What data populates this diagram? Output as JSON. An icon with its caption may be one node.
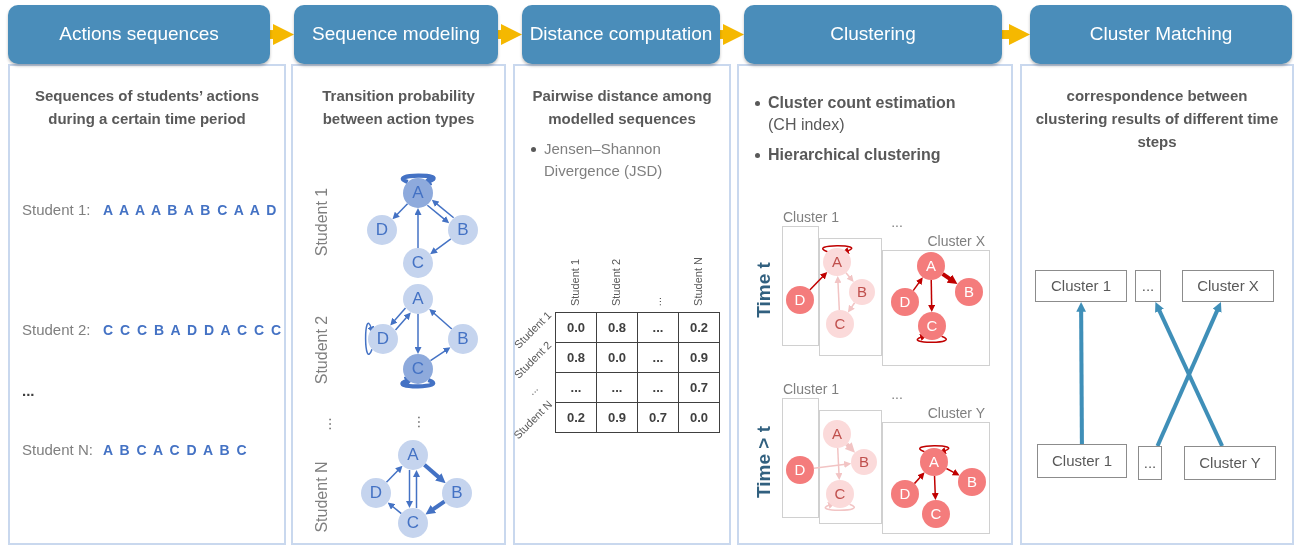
{
  "diagram": {
    "nodes": [
      {
        "text": [
          "Actions sequences"
        ]
      },
      {
        "text": [
          "Sequence modeling"
        ]
      },
      {
        "text": [
          "Distance computation"
        ]
      },
      {
        "text": [
          "Clustering"
        ]
      },
      {
        "text": [
          "Cluster Matching"
        ]
      },
      {
        "text": [
          "Sequences of students’ actions during a certain time period"
        ]
      },
      {
        "text": [
          "Transition probability between action types"
        ]
      },
      {
        "text": [
          "Pairwise distance among modelled sequences",
          "Jensen–Shannon Divergence (JSD)"
        ]
      },
      {
        "text": [
          "**Cluster count estimation** (CH index)",
          "Hierarchical clustering"
        ]
      },
      {
        "text": [
          "correspondence between clustering results of different time steps"
        ]
      },
      {
        "text": [
          "A"
        ],
        "in": 6
      },
      {
        "text": [
          "D"
        ],
        "in": 6
      },
      {
        "text": [
          "B"
        ],
        "in": 6
      },
      {
        "text": [
          "C"
        ],
        "in": 6
      },
      {
        "text": [
          "A"
        ],
        "in": 6
      },
      {
        "text": [
          "D"
        ],
        "in": 6
      },
      {
        "text": [
          "B"
        ],
        "in": 6
      },
      {
        "text": [
          "C"
        ],
        "in": 6
      },
      {
        "text": [
          "A"
        ],
        "in": 6
      },
      {
        "text": [
          "D"
        ],
        "in": 6
      },
      {
        "text": [
          "B"
        ],
        "in": 6
      },
      {
        "text": [
          "C"
        ],
        "in": 6
      },
      {
        "text": [
          "Cluster 1"
        ],
        "in": 8
      },
      {
        "text": [],
        "shape": "box",
        "in": 8
      },
      {
        "text": [
          "Cluster X"
        ],
        "in": 8
      },
      {
        "text": [
          "D"
        ],
        "in": 22
      },
      {
        "text": [
          "A"
        ],
        "in": 23
      },
      {
        "text": [
          "B"
        ],
        "in": 23
      },
      {
        "text": [
          "C"
        ],
        "in": 23
      },
      {
        "text": [
          "A"
        ],
        "in": 24
      },
      {
        "text": [
          "D"
        ],
        "in": 24
      },
      {
        "text": [
          "B"
        ],
        "in": 24
      },
      {
        "text": [
          "C"
        ],
        "in": 24
      },
      {
        "text": [
          "Cluster 1"
        ],
        "in": 8
      },
      {
        "text": [],
        "shape": "box",
        "in": 8
      },
      {
        "text": [
          "Cluster Y"
        ],
        "in": 8
      },
      {
        "text": [
          "D"
        ],
        "in": 33
      },
      {
        "text": [
          "A"
        ],
        "in": 34
      },
      {
        "text": [
          "B"
        ],
        "in": 34
      },
      {
        "text": [
          "C"
        ],
        "in": 34
      },
      {
        "text": [
          "A"
        ],
        "in": 35
      },
      {
        "text": [
          "D"
        ],
        "in": 35
      },
      {
        "text": [
          "B"
        ],
        "in": 35
      },
      {
        "text": [
          "C"
        ],
        "in": 35
      },
      {
        "text": [
          "Cluster 1"
        ],
        "in": 9
      },
      {
        "text": [
          "..."
        ],
        "in": 9
      },
      {
        "text": [
          "Cluster X"
        ],
        "in": 9
      },
      {
        "text": [
          "Cluster 1"
        ],
        "in": 9
      },
      {
        "text": [
          "..."
        ],
        "in": 9
      },
      {
        "text": [
          "Cluster Y"
        ],
        "in": 9
      }
    ],
    "edges": [
      {
        "from": 0,
        "to": 1,
        "arrow": "to",
        "style": "thick",
        "color": "#f5b800"
      },
      {
        "from": 1,
        "to": 2,
        "arrow": "to",
        "style": "thick",
        "color": "#f5b800"
      },
      {
        "from": 2,
        "to": 3,
        "arrow": "to",
        "style": "thick",
        "color": "#f5b800"
      },
      {
        "from": 3,
        "to": 4,
        "arrow": "to",
        "style": "thick",
        "color": "#f5b800"
      },
      {
        "from": 10,
        "to": 10,
        "arrow": "to",
        "style": "thick",
        "color": "#4472c4"
      },
      {
        "from": 10,
        "to": 11,
        "arrow": "to",
        "color": "#4472c4"
      },
      {
        "from": 10,
        "to": 12,
        "arrow": "to",
        "color": "#4472c4"
      },
      {
        "from": 12,
        "to": 10,
        "arrow": "to",
        "color": "#4472c4"
      },
      {
        "from": 13,
        "to": 10,
        "arrow": "to",
        "color": "#4472c4"
      },
      {
        "from": 12,
        "to": 13,
        "arrow": "to",
        "color": "#4472c4"
      },
      {
        "from": 15,
        "to": 14,
        "arrow": "to",
        "color": "#4472c4"
      },
      {
        "from": 14,
        "to": 15,
        "arrow": "to",
        "color": "#4472c4"
      },
      {
        "from": 15,
        "to": 15,
        "arrow": "to",
        "color": "#4472c4"
      },
      {
        "from": 16,
        "to": 14,
        "arrow": "to",
        "color": "#4472c4"
      },
      {
        "from": 14,
        "to": 17,
        "arrow": "to",
        "color": "#4472c4"
      },
      {
        "from": 17,
        "to": 16,
        "arrow": "to",
        "color": "#4472c4"
      },
      {
        "from": 17,
        "to": 17,
        "arrow": "to",
        "style": "thick",
        "color": "#4472c4"
      },
      {
        "from": 19,
        "to": 18,
        "arrow": "to",
        "color": "#4472c4"
      },
      {
        "from": 18,
        "to": 20,
        "arrow": "to",
        "style": "thick",
        "color": "#4472c4"
      },
      {
        "from": 20,
        "to": 21,
        "arrow": "to",
        "style": "thick",
        "color": "#4472c4"
      },
      {
        "from": 21,
        "to": 19,
        "arrow": "to",
        "color": "#4472c4"
      },
      {
        "from": 18,
        "to": 21,
        "arrow": "to",
        "color": "#4472c4"
      },
      {
        "from": 21,
        "to": 18,
        "arrow": "to",
        "color": "#4472c4"
      },
      {
        "from": 25,
        "to": 26,
        "arrow": "to",
        "color": "#c00000"
      },
      {
        "from": 26,
        "to": 26,
        "arrow": "to",
        "color": "#c00000"
      },
      {
        "from": 26,
        "to": 27,
        "arrow": "to",
        "color": "#f2c4c4"
      },
      {
        "from": 28,
        "to": 26,
        "arrow": "to",
        "color": "#f2c4c4"
      },
      {
        "from": 27,
        "to": 28,
        "arrow": "to",
        "color": "#f2c4c4"
      },
      {
        "from": 30,
        "to": 29,
        "arrow": "to",
        "color": "#c00000"
      },
      {
        "from": 29,
        "to": 31,
        "arrow": "to",
        "style": "thick",
        "color": "#c00000"
      },
      {
        "from": 29,
        "to": 32,
        "arrow": "to",
        "color": "#c00000"
      },
      {
        "from": 32,
        "to": 32,
        "arrow": "to",
        "color": "#c00000"
      },
      {
        "from": 36,
        "to": 38,
        "arrow": "to",
        "color": "#f2c4c4"
      },
      {
        "from": 37,
        "to": 38,
        "arrow": "to",
        "style": "thick",
        "color": "#f2c4c4"
      },
      {
        "from": 37,
        "to": 39,
        "arrow": "to",
        "color": "#f2c4c4"
      },
      {
        "from": 39,
        "to": 39,
        "arrow": "to",
        "color": "#f2c4c4"
      },
      {
        "from": 40,
        "to": 40,
        "arrow": "to",
        "color": "#c00000"
      },
      {
        "from": 41,
        "to": 40,
        "arrow": "to",
        "color": "#c00000"
      },
      {
        "from": 40,
        "to": 42,
        "arrow": "to",
        "color": "#c00000"
      },
      {
        "from": 40,
        "to": 43,
        "arrow": "to",
        "color": "#c00000"
      },
      {
        "from": 47,
        "to": 44,
        "arrow": "to",
        "style": "thick",
        "color": "#3f8fb8"
      },
      {
        "from": 48,
        "to": 46,
        "arrow": "to",
        "style": "thick",
        "color": "#3f8fb8"
      },
      {
        "from": 49,
        "to": 45,
        "arrow": "to",
        "style": "thick",
        "color": "#3f8fb8"
      }
    ],
    "labels": [
      "Student 1:",
      "A A A A B A B C A A D",
      "Student 2:",
      "C C C B A D D A C C C",
      "...",
      "Student N:",
      "A B C A C D A B C",
      "Student 1",
      "Student 2",
      "...",
      "...",
      "Student N",
      "Student 1",
      "Student 2",
      "...",
      "Student N",
      "Student 1",
      "0.0",
      "0.8",
      "...",
      "0.2",
      "Student 2",
      "0.8",
      "0.0",
      "...",
      "0.9",
      "...",
      "...",
      "...",
      "...",
      "0.7",
      "Student N",
      "0.2",
      "0.9",
      "0.7",
      "0.0",
      "Time t",
      "...",
      "Time > t",
      "..."
    ]
  }
}
